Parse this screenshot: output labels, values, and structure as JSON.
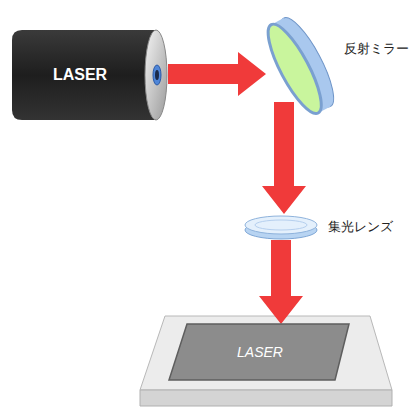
{
  "diagram": {
    "nodes": [
      {
        "text": [
          "LASER"
        ]
      },
      {
        "text": [
          "反射ミラー"
        ]
      },
      {
        "text": [
          "集光レンズ"
        ]
      },
      {
        "text": [
          "LASER"
        ]
      }
    ],
    "edges": [
      {
        "from": 0,
        "to": 1,
        "arrow": "to"
      },
      {
        "from": 1,
        "to": 2,
        "arrow": "to"
      },
      {
        "from": 2,
        "to": 3,
        "arrow": "to"
      }
    ]
  }
}
